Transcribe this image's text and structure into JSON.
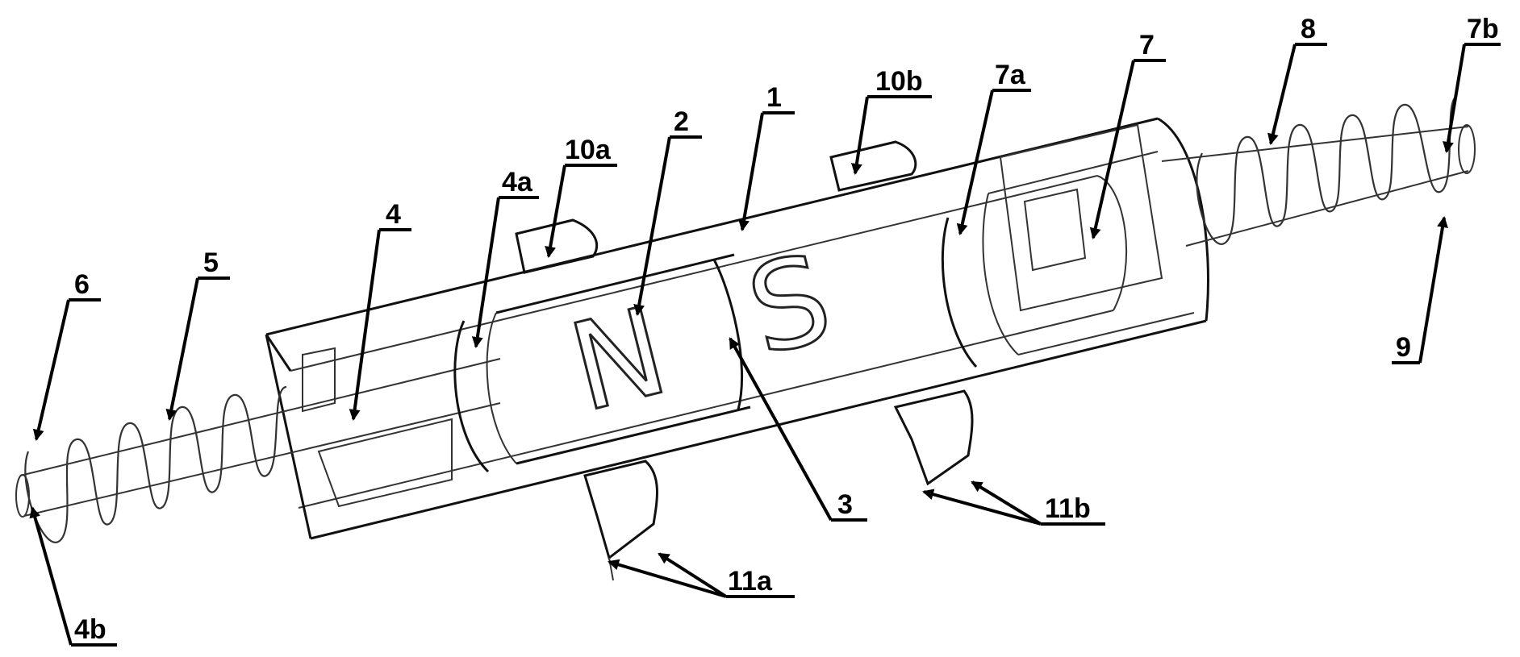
{
  "labels": {
    "l1": "1",
    "l2": "2",
    "l3": "3",
    "l4": "4",
    "l4a": "4a",
    "l4b": "4b",
    "l5": "5",
    "l6": "6",
    "l7": "7",
    "l7a": "7a",
    "l7b": "7b",
    "l8": "8",
    "l9": "9",
    "l10a": "10a",
    "l10b": "10b",
    "l11a": "11a",
    "l11b": "11b"
  },
  "poles": {
    "north": "N",
    "south": "S"
  }
}
